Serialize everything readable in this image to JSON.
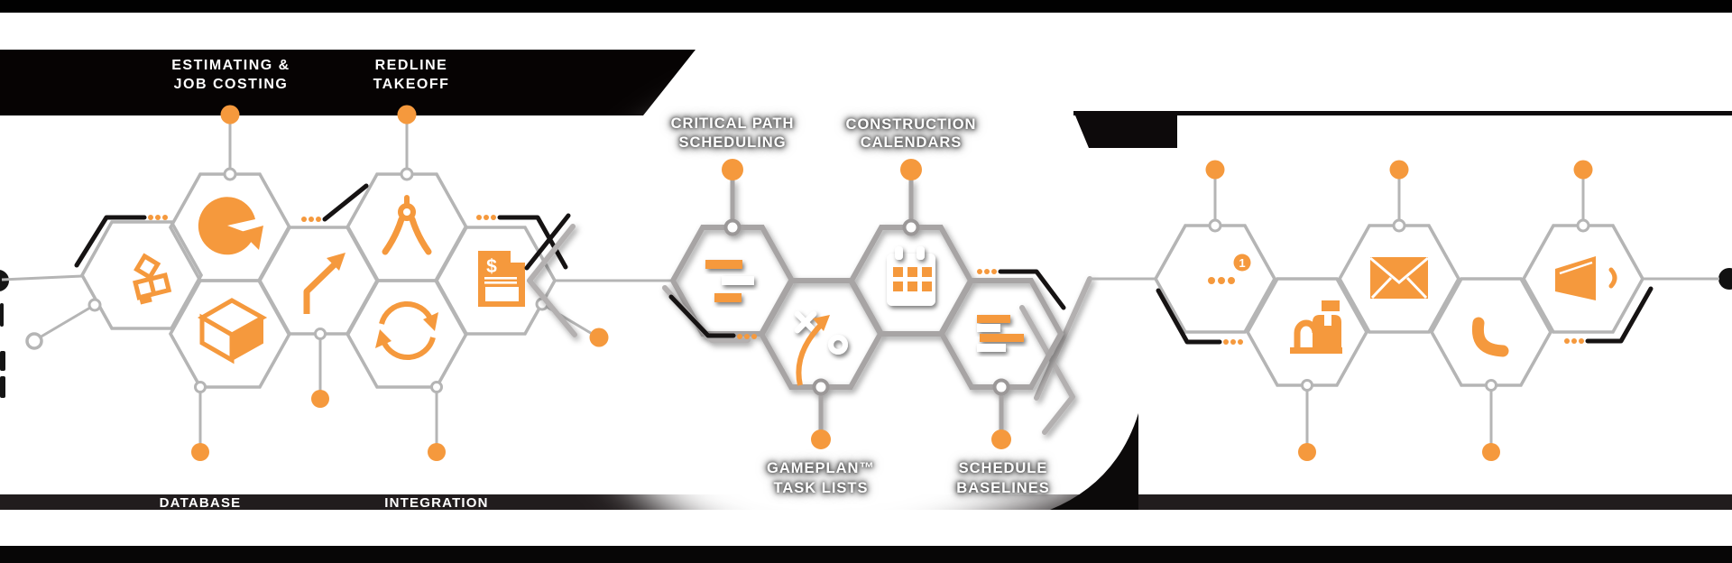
{
  "colors": {
    "accent_orange": "#F5993D",
    "hex_stroke_light": "#B5B5B5",
    "hex_stroke_mid": "#A7A4A4",
    "band_black": "#0B0809",
    "text_white": "#FFFFFF"
  },
  "labels": {
    "estimating": {
      "line1": "ESTIMATING &",
      "line2": "JOB COSTING"
    },
    "redline": {
      "line1": "REDLINE",
      "line2": "TAKEOFF"
    },
    "critical": {
      "line1": "CRITICAL PATH",
      "line2": "SCHEDULING"
    },
    "construction": {
      "line1": "CONSTRUCTION",
      "line2": "CALENDARS"
    },
    "gameplan": {
      "line1": "GAMEPLAN™",
      "line2": "TASK LISTS"
    },
    "schedule": {
      "line1": "SCHEDULE",
      "line2": "BASELINES"
    },
    "database": "DATABASE",
    "integration": "INTEGRATION",
    "badge_count": "1",
    "invoice_dollar": "$"
  },
  "icons": {
    "left_cluster": [
      "building-blocks",
      "pie-chart",
      "package-box",
      "growth-arrow",
      "drafting-compass",
      "sync-arrows",
      "invoice-dollar"
    ],
    "middle_cluster": [
      "gantt-bars",
      "strategy-play",
      "calendar",
      "baseline-bars"
    ],
    "right_cluster": [
      "chat-typing-badge",
      "mailbox",
      "envelope",
      "phone",
      "megaphone"
    ]
  }
}
